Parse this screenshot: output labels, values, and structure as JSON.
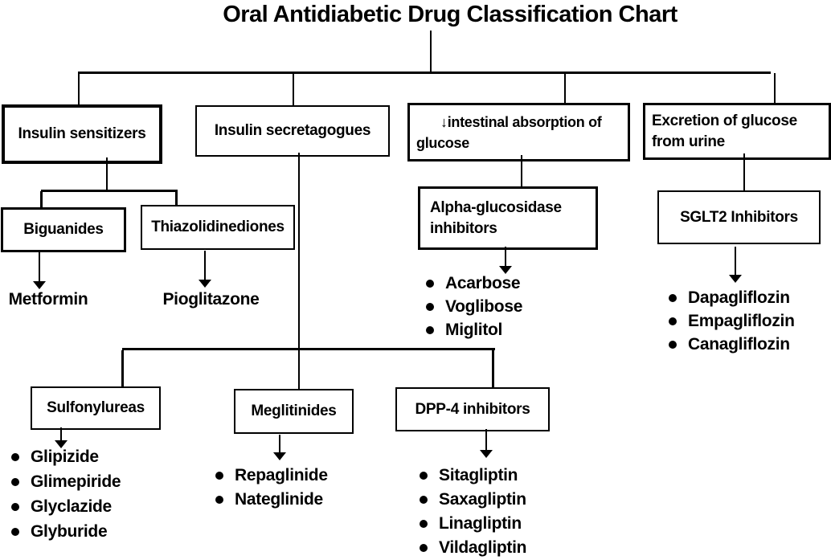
{
  "title": "Oral Antidiabetic Drug Classification Chart",
  "colors": {
    "ink": "#000000",
    "background": "#ffffff"
  },
  "categories": [
    {
      "label": "Insulin sensitizers",
      "children": [
        {
          "label": "Biguanides",
          "drugs": [
            "Metformin"
          ]
        },
        {
          "label": "Thiazolidinediones",
          "drugs": [
            "Pioglitazone"
          ]
        }
      ]
    },
    {
      "label": "Insulin secretagogues",
      "children": [
        {
          "label": "Sulfonylureas",
          "drugs": [
            "Glipizide",
            "Glimepiride",
            "Glyclazide",
            "Glyburide"
          ]
        },
        {
          "label": "Meglitinides",
          "drugs": [
            "Repaglinide",
            "Nateglinide"
          ]
        },
        {
          "label": "DPP-4 inhibitors",
          "drugs": [
            "Sitagliptin",
            "Saxagliptin",
            "Linagliptin",
            "Vildagliptin"
          ]
        }
      ]
    },
    {
      "label": "↓intestinal absorption of glucose",
      "children": [
        {
          "label": "Alpha-glucosidase inhibitors",
          "drugs": [
            "Acarbose",
            "Voglibose",
            "Miglitol"
          ]
        }
      ]
    },
    {
      "label": "Excretion of glucose from urine",
      "children": [
        {
          "label": "SGLT2 Inhibitors",
          "drugs": [
            "Dapagliflozin",
            "Empagliflozin",
            "Canagliflozin"
          ]
        }
      ]
    }
  ]
}
